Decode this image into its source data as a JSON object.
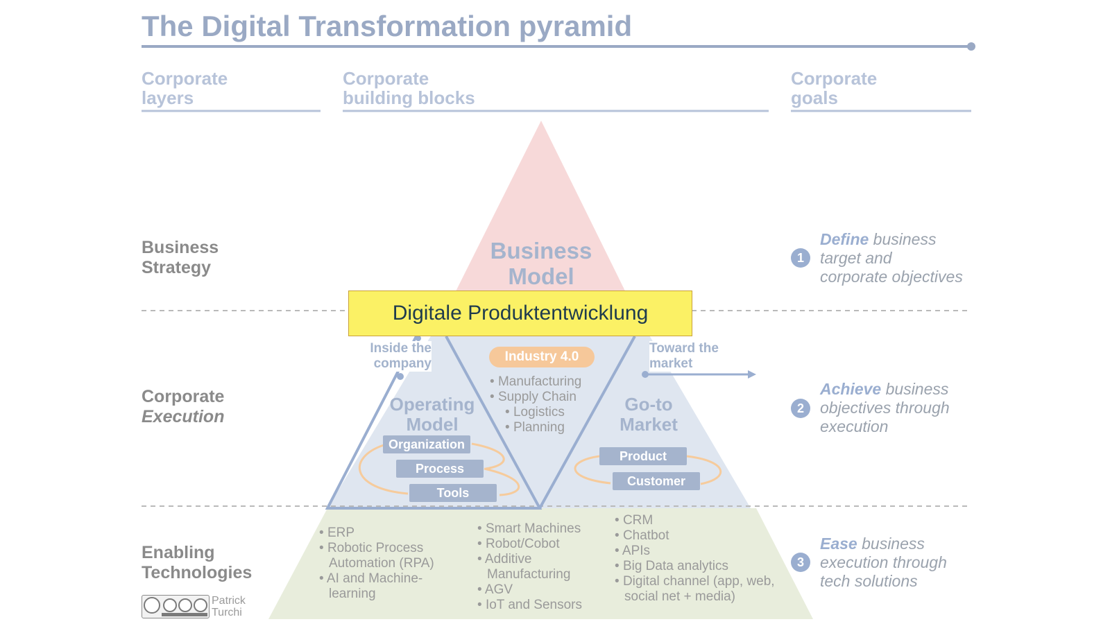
{
  "title": "The Digital Transformation pyramid",
  "headers": {
    "layers": [
      "Corporate",
      "layers"
    ],
    "blocks": [
      "Corporate",
      "building blocks"
    ],
    "goals": [
      "Corporate",
      "goals"
    ]
  },
  "layers": {
    "strategy": [
      "Business",
      "Strategy"
    ],
    "execution": [
      "Corporate",
      "Execution"
    ],
    "enabling": [
      "Enabling",
      "Technologies"
    ]
  },
  "goals": [
    {
      "num": "1",
      "em": "Define",
      "l1": " business",
      "l2": "target and",
      "l3": "corporate objectives"
    },
    {
      "num": "2",
      "em": "Achieve",
      "l1": " business",
      "l2": "objectives through",
      "l3": "execution"
    },
    {
      "num": "3",
      "em": "Ease",
      "l1": " business",
      "l2": "execution through",
      "l3": "tech solutions"
    }
  ],
  "pyramid": {
    "business_model": [
      "Business",
      "Model"
    ],
    "inside": [
      "Inside the",
      "company"
    ],
    "toward": [
      "Toward the",
      "market"
    ],
    "industry": "Industry 4.0",
    "operations_bullets": [
      "Manufacturing",
      "Supply Chain",
      "Logistics",
      "Planning"
    ],
    "operating_model": [
      "Operating",
      "Model"
    ],
    "go_to_market": [
      "Go-to",
      "Market"
    ],
    "op_pills": [
      "Organization",
      "Process",
      "Tools"
    ],
    "gtm_pills": [
      "Product",
      "Customer"
    ]
  },
  "tech": {
    "col1": [
      "ERP",
      "Robotic Process",
      "Automation (RPA)",
      "AI and Machine-",
      "learning"
    ],
    "col2": [
      "Smart Machines",
      "Robot/Cobot",
      "Additive",
      "Manufacturing",
      "AGV",
      "IoT and Sensors"
    ],
    "col3": [
      "CRM",
      "Chatbot",
      "APIs",
      "Big Data analytics",
      "Digital channel (app, web,",
      "social net + media)"
    ]
  },
  "banner": "Digitale Produktentwicklung",
  "credit": [
    "Patrick",
    "Turchi"
  ],
  "license_icon": "cc-by-nc-sa-badge",
  "colors": {
    "accent": "#9aaed0",
    "pyramid_top": "#f6d6d6",
    "pyramid_mid": "#dde4ef",
    "pyramid_base": "#e6ecd9",
    "banner": "#fbf165"
  }
}
